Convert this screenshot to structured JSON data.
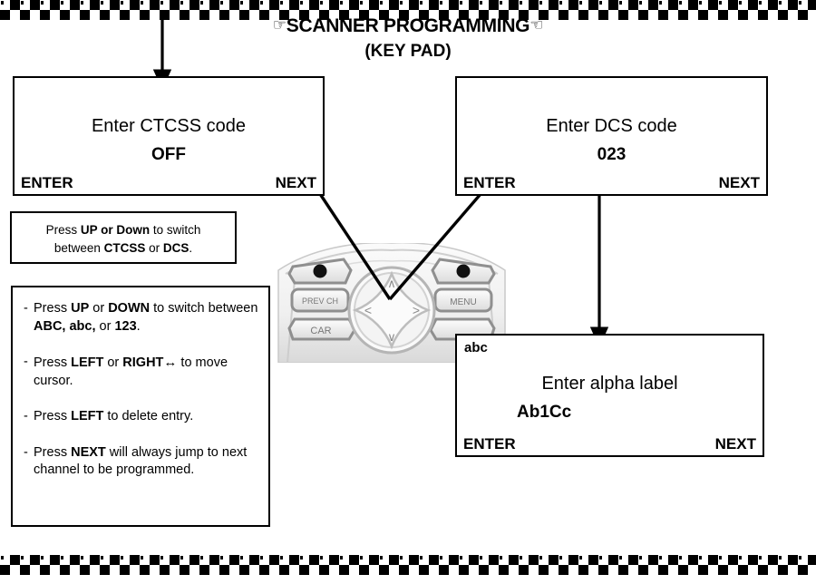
{
  "header": {
    "title_left_glyph": "☞",
    "title": "SCANNER PROGRAMMING",
    "title_right_glyph": "☜",
    "subtitle": "(KEY PAD)"
  },
  "displays": [
    {
      "id": "ctcss",
      "mode_indicator": "",
      "prompt": "Enter CTCSS code",
      "value": "OFF",
      "softkey_left": "ENTER",
      "softkey_right": "NEXT"
    },
    {
      "id": "dcs",
      "mode_indicator": "",
      "prompt": "Enter DCS code",
      "value": "023",
      "softkey_left": "ENTER",
      "softkey_right": "NEXT"
    },
    {
      "id": "alpha",
      "mode_indicator": "abc",
      "prompt": "Enter alpha label",
      "value": "Ab1Cc",
      "softkey_left": "ENTER",
      "softkey_right": "NEXT"
    }
  ],
  "notes": {
    "updown": {
      "line1_pre": "Press ",
      "line1_bold": "UP or Down",
      "line1_post": " to switch",
      "line2_pre": "between ",
      "line2_bold1": "CTCSS",
      "line2_mid": " or ",
      "line2_bold2": "DCS",
      "line2_post": "."
    },
    "keys": [
      {
        "dash": "-",
        "pre": "Press ",
        "bold1": "UP",
        "mid1": " or ",
        "bold2": "DOWN",
        "mid2": " to switch between ",
        "bold3": "ABC, abc,",
        "mid3": " or ",
        "bold4": "123",
        "post": "."
      },
      {
        "dash": "-",
        "pre": "Press ",
        "bold1": "LEFT",
        "mid1": " or ",
        "bold2": "RIGHT",
        "glyph": "↔",
        "post": " to move cursor."
      },
      {
        "dash": "-",
        "pre": "Press ",
        "bold1": "LEFT",
        "post": " to delete entry."
      },
      {
        "dash": "-",
        "pre": "Press ",
        "bold1": "NEXT",
        "post": " will always jump to next channel to be programmed."
      }
    ]
  },
  "keypad": {
    "button_prev_ch": "PREV CH",
    "button_car": "CAR",
    "button_menu": "MENU",
    "dpad_up": "∧",
    "dpad_down": "∨",
    "dpad_left": "<",
    "dpad_right": ">"
  },
  "colors": {
    "ink": "#000000",
    "paper": "#ffffff",
    "keypad_body": "#f2f2f2",
    "keypad_shade": "#9a9a9a",
    "keypad_dark": "#666666"
  }
}
